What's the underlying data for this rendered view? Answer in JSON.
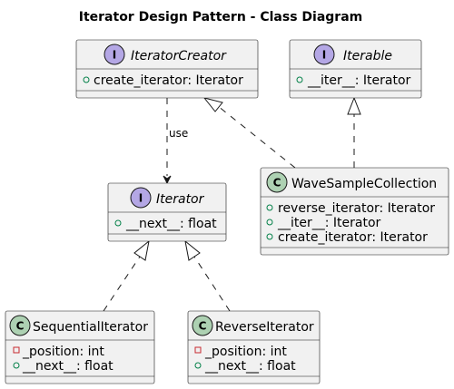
{
  "title": "Iterator Design Pattern - Class Diagram",
  "classes": {
    "iterator_creator": {
      "kind": "interface",
      "badge": "I",
      "name": "IteratorCreator",
      "members": [
        {
          "visibility": "public",
          "text": "create_iterator: Iterator"
        }
      ]
    },
    "iterable": {
      "kind": "interface",
      "badge": "I",
      "name": "Iterable",
      "members": [
        {
          "visibility": "public",
          "text": "__iter__: Iterator"
        }
      ]
    },
    "iterator": {
      "kind": "interface",
      "badge": "I",
      "name": "Iterator",
      "members": [
        {
          "visibility": "public",
          "text": "__next__: float"
        }
      ]
    },
    "wave_sample_collection": {
      "kind": "class",
      "badge": "C",
      "name": "WaveSampleCollection",
      "members": [
        {
          "visibility": "public",
          "text": "reverse_iterator: Iterator"
        },
        {
          "visibility": "public",
          "text": "__iter__: Iterator"
        },
        {
          "visibility": "public",
          "text": "create_iterator: Iterator"
        }
      ]
    },
    "sequential_iterator": {
      "kind": "class",
      "badge": "C",
      "name": "SequentialIterator",
      "members": [
        {
          "visibility": "private",
          "text": "_position: int"
        },
        {
          "visibility": "public",
          "text": "__next__: float"
        }
      ]
    },
    "reverse_iterator": {
      "kind": "class",
      "badge": "C",
      "name": "ReverseIterator",
      "members": [
        {
          "visibility": "private",
          "text": "_position: int"
        },
        {
          "visibility": "public",
          "text": "__next__: float"
        }
      ]
    }
  },
  "relations": [
    {
      "id": "creator_uses_iterator",
      "from": "IteratorCreator",
      "to": "Iterator",
      "type": "dependency",
      "label": "use"
    },
    {
      "id": "wave_realizes_creator",
      "from": "WaveSampleCollection",
      "to": "IteratorCreator",
      "type": "realization",
      "label": ""
    },
    {
      "id": "wave_realizes_iterable",
      "from": "WaveSampleCollection",
      "to": "Iterable",
      "type": "realization",
      "label": ""
    },
    {
      "id": "sequential_realizes_iterator",
      "from": "SequentialIterator",
      "to": "Iterator",
      "type": "realization",
      "label": ""
    },
    {
      "id": "reverse_realizes_iterator",
      "from": "ReverseIterator",
      "to": "Iterator",
      "type": "realization",
      "label": ""
    }
  ],
  "colors": {
    "interface_badge": "#b4a7e5",
    "class_badge": "#add1b2",
    "box_fill": "#f1f1f1",
    "line": "#181818",
    "public_marker": "#038048",
    "private_marker": "#c82930"
  }
}
